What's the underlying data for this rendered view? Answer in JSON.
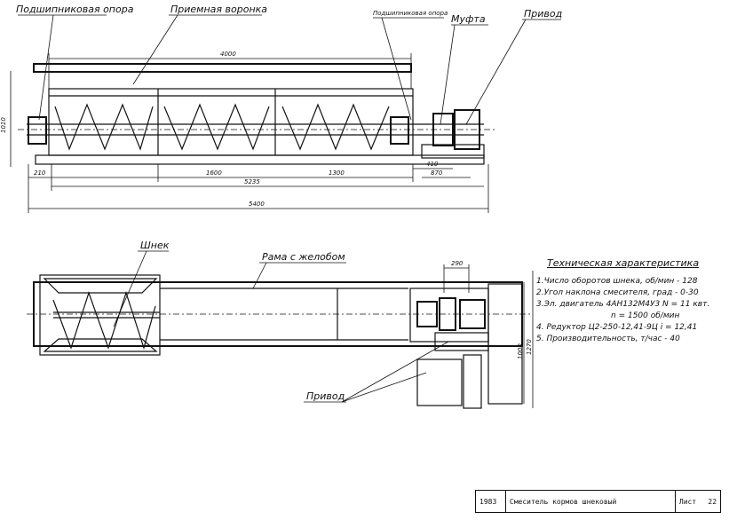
{
  "drawing": {
    "top_view_labels": {
      "bearing_left": "Подшипниковая опора",
      "hopper": "Приемная воронка",
      "bearing_right": "Подшипниковая опора",
      "coupling": "Муфта",
      "drive": "Привод"
    },
    "top_view_dimensions": {
      "d4000": "4000",
      "d1010": "1010",
      "d210": "210",
      "d1600": "1600",
      "d1300": "1300",
      "d410": "410",
      "d870": "870",
      "d5235": "5235",
      "d5400": "5400"
    },
    "plan_view_labels": {
      "auger": "Шнек",
      "frame": "Рама с желобом",
      "drive": "Привод"
    },
    "plan_view_dimensions": {
      "d290": "290",
      "d1000": "1000",
      "d1270": "1270"
    }
  },
  "specs": {
    "title": "Техническая характеристика",
    "items": [
      "1.Число оборотов шнека, об/мин - 128",
      "2.Угол наклона смесителя, град - 0-30",
      "3.Эл. двигатель 4АН132М4У3 N = 11 квт.",
      "n = 1500 об/мин",
      "4. Редуктор Ц2-250-12,41-9Ц i = 12,41",
      "5. Производительность, т/час - 40"
    ]
  },
  "title_block": {
    "year": "1983",
    "name": "Смеситель кормов шнековый",
    "sheet_label": "Лист",
    "sheet_number": "22"
  }
}
